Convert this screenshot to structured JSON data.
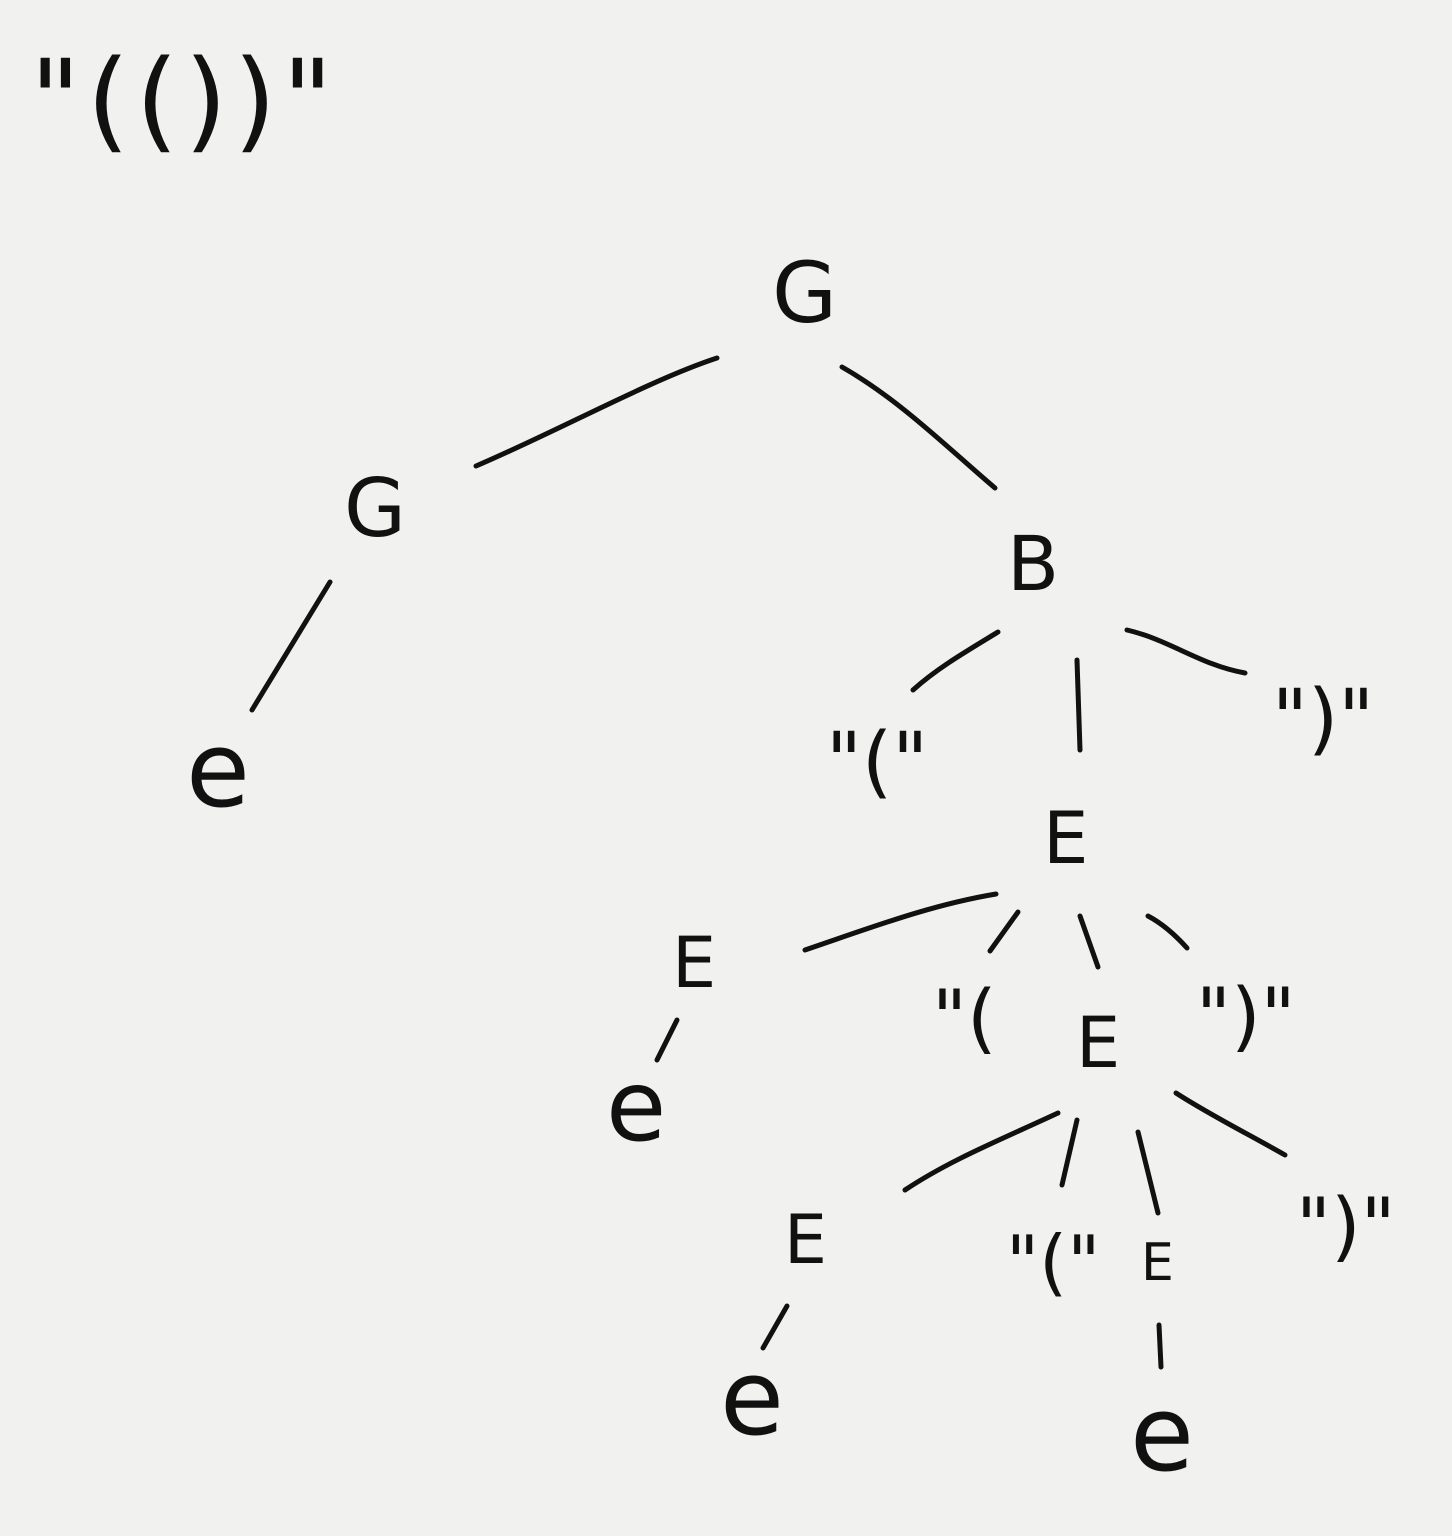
{
  "title": "\"(())\"",
  "nodes": {
    "g_root": "G",
    "g_left": "G",
    "e_left": "e",
    "b": "B",
    "b_open": "\"(\"",
    "b_close": "\")\"",
    "e1": "E",
    "e2": "E",
    "e2_leaf": "e",
    "e1_open": "\"(",
    "e3": "E",
    "e1_close": "\")\"",
    "e4": "E",
    "e4_leaf": "e",
    "e3_open": "\"(\"",
    "e5": "E",
    "e5_leaf": "e",
    "e3_close": "\")\""
  }
}
